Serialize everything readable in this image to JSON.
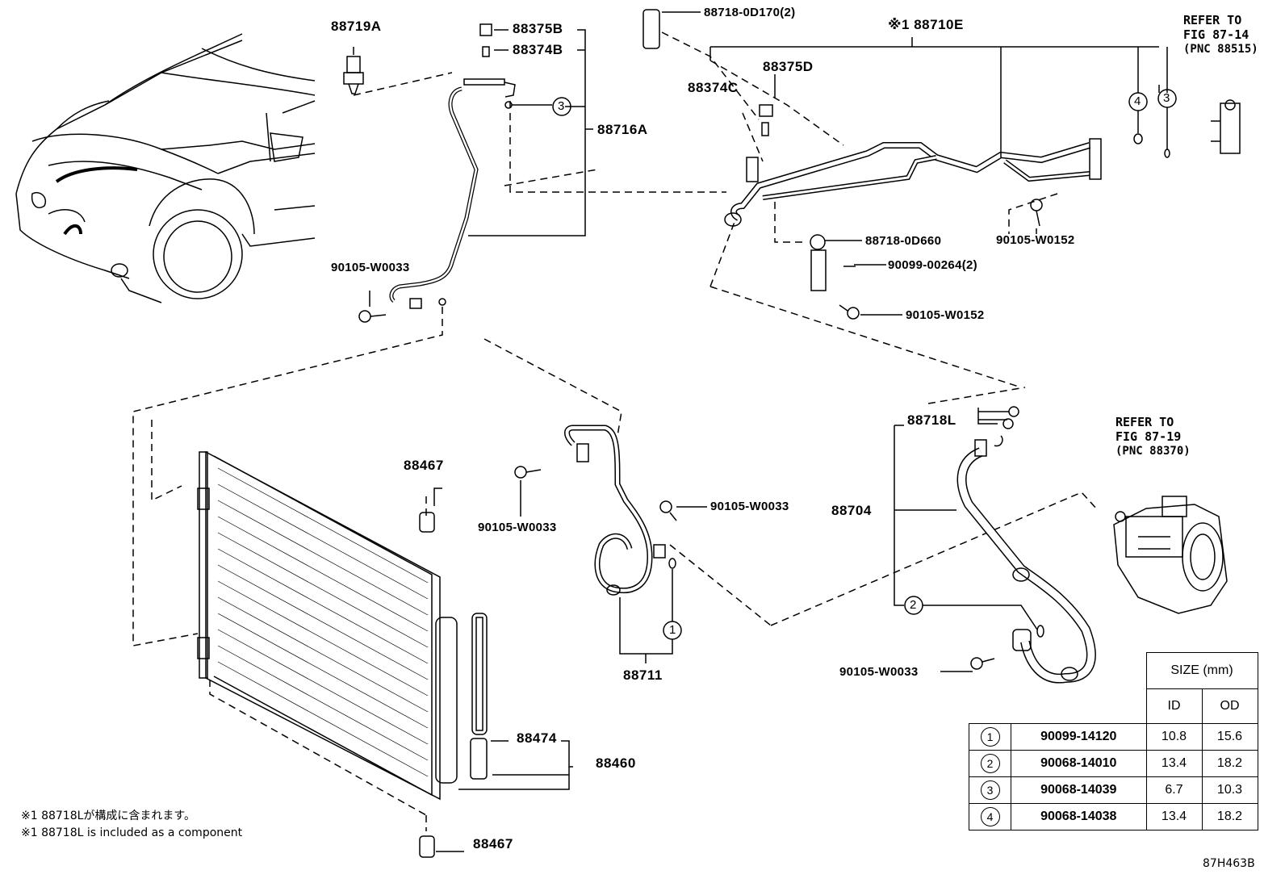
{
  "labels": {
    "p88719A": "88719A",
    "p88375B": "88375B",
    "p88374B": "88374B",
    "p88716A": "88716A",
    "p90105_w0033_a": "90105-W0033",
    "p88718_0d170": "88718-0D170(2)",
    "p88710E": "※1 88710E",
    "p88375D": "88375D",
    "p88374C": "88374C",
    "p88718_0d660": "88718-0D660",
    "p90099_00264": "90099-00264(2)",
    "p90105_w0152_a": "90105-W0152",
    "p90105_w0152_b": "90105-W0152",
    "p88467_top": "88467",
    "p90105_w0033_b": "90105-W0033",
    "p90105_w0033_c": "90105-W0033",
    "p88711": "88711",
    "p88718L": "88718L",
    "p88704": "88704",
    "p90105_w0033_d": "90105-W0033",
    "p88474": "88474",
    "p88460": "88460",
    "p88467_bot": "88467"
  },
  "callouts": {
    "c1": "1",
    "c2": "2",
    "c3a": "3",
    "c3b": "3",
    "c4": "4"
  },
  "refer1": {
    "line1": "REFER TO",
    "line2": "FIG 87-14",
    "line3": "(PNC 88515)"
  },
  "refer2": {
    "line1": "REFER TO",
    "line2": "FIG 87-19",
    "line3": "(PNC 88370)"
  },
  "notes": {
    "jp": "※1 88718Lが構成に含まれます。",
    "en": "※1 88718L is included as a component"
  },
  "figure_id": "87H463B",
  "size_table": {
    "header": "SIZE (mm)",
    "id_label": "ID",
    "od_label": "OD",
    "rows": [
      {
        "no": "1",
        "part": "90099-14120",
        "id": "10.8",
        "od": "15.6"
      },
      {
        "no": "2",
        "part": "90068-14010",
        "id": "13.4",
        "od": "18.2"
      },
      {
        "no": "3",
        "part": "90068-14039",
        "id": "6.7",
        "od": "10.3"
      },
      {
        "no": "4",
        "part": "90068-14038",
        "id": "13.4",
        "od": "18.2"
      }
    ]
  }
}
